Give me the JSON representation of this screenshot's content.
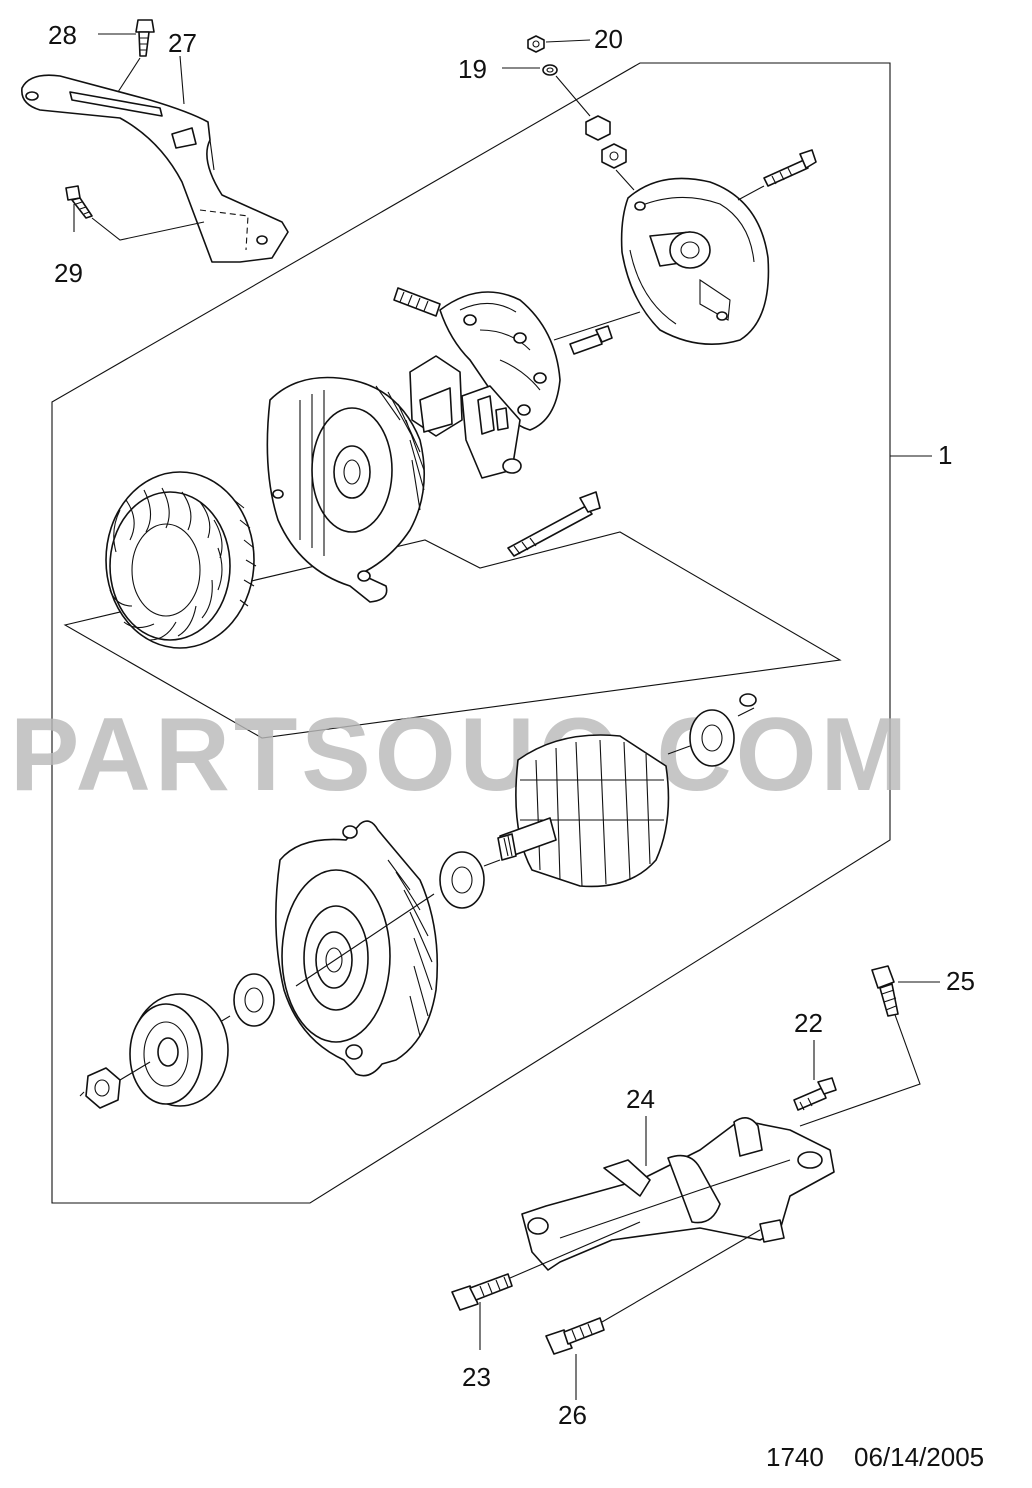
{
  "diagram": {
    "callouts": [
      {
        "id": "28",
        "label": "28"
      },
      {
        "id": "27",
        "label": "27"
      },
      {
        "id": "29",
        "label": "29"
      },
      {
        "id": "20",
        "label": "20"
      },
      {
        "id": "19",
        "label": "19"
      },
      {
        "id": "1",
        "label": "1"
      },
      {
        "id": "25",
        "label": "25"
      },
      {
        "id": "22",
        "label": "22"
      },
      {
        "id": "24",
        "label": "24"
      },
      {
        "id": "23",
        "label": "23"
      },
      {
        "id": "26",
        "label": "26"
      }
    ],
    "footer": {
      "code": "1740",
      "date": "06/14/2005"
    },
    "watermark": "PARTSOUQ.COM"
  }
}
